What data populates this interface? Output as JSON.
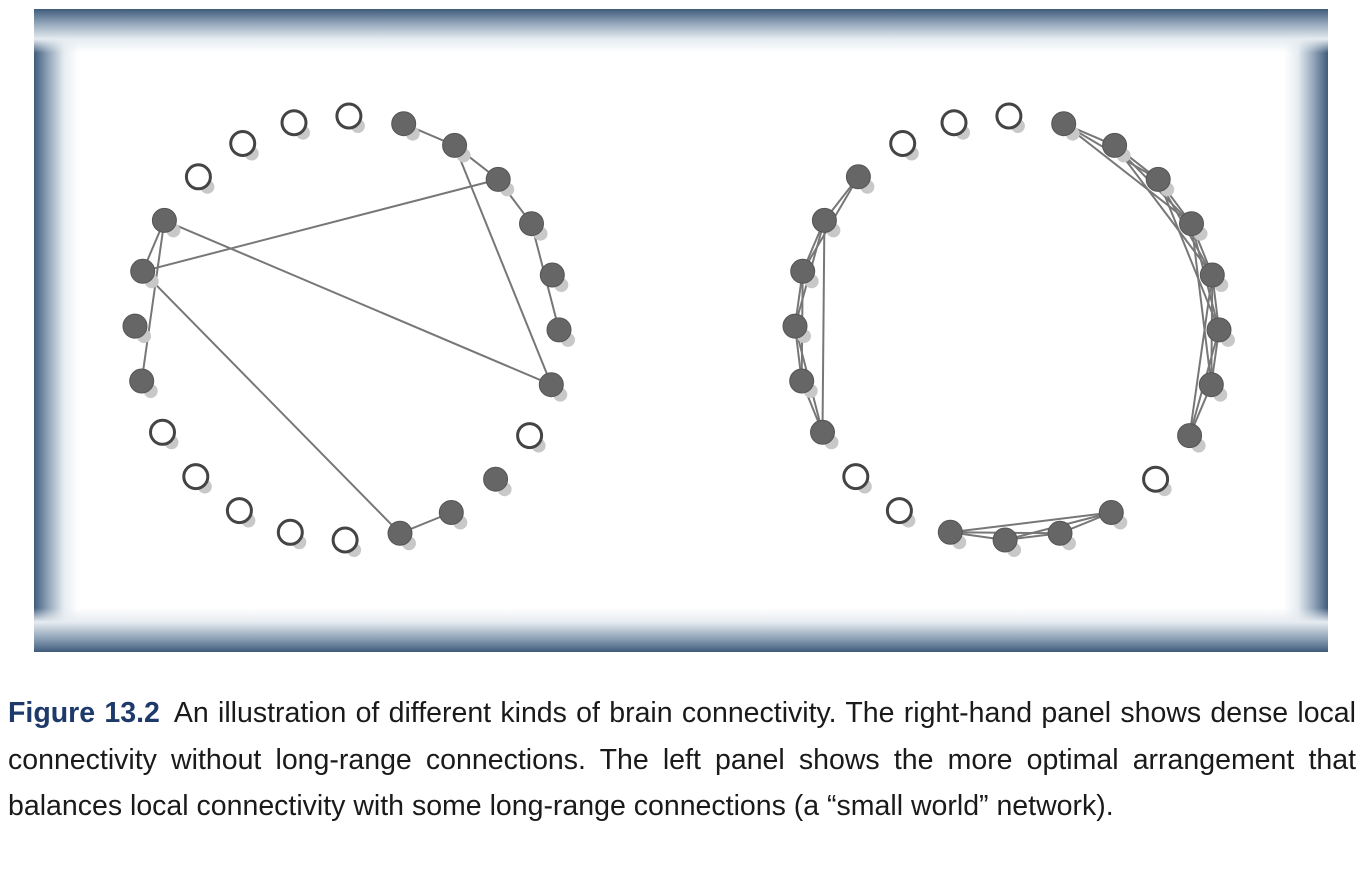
{
  "figure": {
    "caption_label": "Figure 13.2",
    "caption_text": "An illustration of different kinds of brain connectivity. The right-hand panel shows dense local connectivity without long-range connections. The left panel shows the more optimal arrangement that balances local connectivity with some long-range connections (a “small world” network).",
    "colors": {
      "frame": "#4f6a89",
      "filled_node": "#666666",
      "node_shadow": "#c8c8c8",
      "edge": "#777777",
      "caption_label": "#1d3a6b"
    }
  },
  "panels": [
    {
      "id": "left",
      "network_type": "small world",
      "nodes": [
        {
          "filled": true
        },
        {
          "filled": true
        },
        {
          "filled": true
        },
        {
          "filled": true
        },
        {
          "filled": true
        },
        {
          "filled": true
        },
        {
          "filled": true
        },
        {
          "filled": false
        },
        {
          "filled": true
        },
        {
          "filled": true
        },
        {
          "filled": true
        },
        {
          "filled": false
        },
        {
          "filled": false
        },
        {
          "filled": false
        },
        {
          "filled": false
        },
        {
          "filled": false
        },
        {
          "filled": true
        },
        {
          "filled": true
        },
        {
          "filled": true
        },
        {
          "filled": true
        },
        {
          "filled": false
        },
        {
          "filled": false
        },
        {
          "filled": false
        },
        {
          "filled": false
        }
      ],
      "edges": [
        [
          0,
          1
        ],
        [
          1,
          2
        ],
        [
          1,
          6
        ],
        [
          2,
          3
        ],
        [
          3,
          5
        ],
        [
          2,
          18
        ],
        [
          6,
          19
        ],
        [
          9,
          10
        ],
        [
          10,
          18
        ],
        [
          18,
          19
        ],
        [
          19,
          16
        ]
      ]
    },
    {
      "id": "right",
      "network_type": "dense local",
      "nodes": [
        {
          "filled": true
        },
        {
          "filled": true
        },
        {
          "filled": true
        },
        {
          "filled": true
        },
        {
          "filled": true
        },
        {
          "filled": true
        },
        {
          "filled": true
        },
        {
          "filled": true
        },
        {
          "filled": false
        },
        {
          "filled": true
        },
        {
          "filled": true
        },
        {
          "filled": true
        },
        {
          "filled": true
        },
        {
          "filled": false
        },
        {
          "filled": false
        },
        {
          "filled": true
        },
        {
          "filled": true
        },
        {
          "filled": true
        },
        {
          "filled": true
        },
        {
          "filled": true
        },
        {
          "filled": true
        },
        {
          "filled": false
        },
        {
          "filled": false
        },
        {
          "filled": false
        }
      ],
      "edges": [
        [
          0,
          1
        ],
        [
          0,
          2
        ],
        [
          0,
          3
        ],
        [
          1,
          2
        ],
        [
          1,
          3
        ],
        [
          1,
          4
        ],
        [
          2,
          3
        ],
        [
          2,
          4
        ],
        [
          2,
          5
        ],
        [
          3,
          4
        ],
        [
          3,
          5
        ],
        [
          3,
          6
        ],
        [
          4,
          5
        ],
        [
          4,
          6
        ],
        [
          4,
          7
        ],
        [
          5,
          6
        ],
        [
          5,
          7
        ],
        [
          6,
          7
        ],
        [
          9,
          10
        ],
        [
          9,
          11
        ],
        [
          10,
          11
        ],
        [
          10,
          12
        ],
        [
          11,
          12
        ],
        [
          12,
          9
        ],
        [
          15,
          16
        ],
        [
          15,
          17
        ],
        [
          16,
          17
        ],
        [
          16,
          18
        ],
        [
          17,
          18
        ],
        [
          17,
          19
        ],
        [
          18,
          19
        ],
        [
          18,
          20
        ],
        [
          19,
          20
        ],
        [
          15,
          19
        ]
      ]
    }
  ]
}
